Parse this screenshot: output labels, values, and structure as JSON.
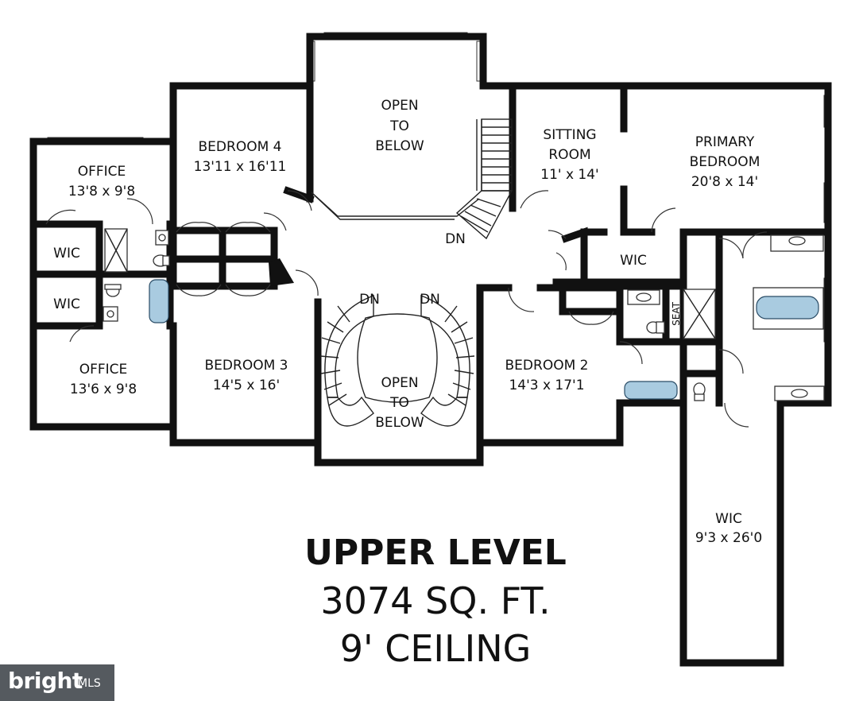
{
  "rooms": {
    "open_below_top": [
      "OPEN",
      "TO",
      "BELOW"
    ],
    "bedroom4": {
      "name": "BEDROOM 4",
      "dims": "13'11 x 16'11"
    },
    "office_top": {
      "name": "OFFICE",
      "dims": "13'8 x 9'8"
    },
    "sitting_room": {
      "name": [
        "SITTING",
        "ROOM"
      ],
      "dims": "11' x 14'"
    },
    "primary_bedroom": {
      "name": [
        "PRIMARY",
        "BEDROOM"
      ],
      "dims": "20'8 x 14'"
    },
    "wic_left_top": "WIC",
    "wic_left_bottom": "WIC",
    "wic_center": "WIC",
    "office_bottom": {
      "name": "OFFICE",
      "dims": "13'6 x 9'8"
    },
    "bedroom3": {
      "name": "BEDROOM 3",
      "dims": "14'5 x 16'"
    },
    "open_below_bottom": [
      "OPEN",
      "TO",
      "BELOW"
    ],
    "bedroom2": {
      "name": "BEDROOM 2",
      "dims": "14'3 x 17'1"
    },
    "wic_long": {
      "name": "WIC",
      "dims": "9'3 x 26'0"
    },
    "seat": "SEAT",
    "dn_labels": [
      "DN",
      "DN",
      "DN"
    ]
  },
  "title": {
    "level": "UPPER LEVEL",
    "area": "3074 SQ. FT.",
    "ceiling": "9' CEILING"
  },
  "logo": {
    "word": "bright",
    "suffix": "MLS"
  }
}
